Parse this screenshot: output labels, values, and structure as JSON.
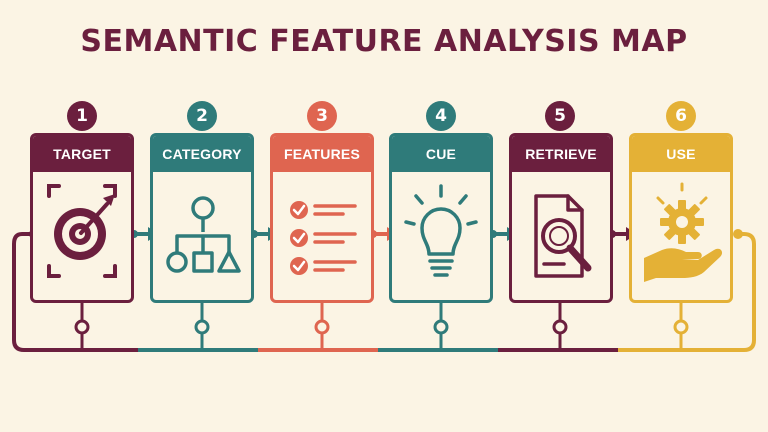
{
  "title": "SEMANTIC FEATURE ANALYSIS MAP",
  "colors": {
    "background": "#fbf4e4",
    "title": "#6b1f3e",
    "step1": "#6b1f3e",
    "step2": "#2f7b7a",
    "step3": "#df6550",
    "step4": "#2f7b7a",
    "step5": "#6b1f3e",
    "step6": "#e4b136"
  },
  "steps": [
    {
      "number": "1",
      "label": "TARGET",
      "icon": "target-arrow-icon"
    },
    {
      "number": "2",
      "label": "CATEGORY",
      "icon": "hierarchy-shapes-icon"
    },
    {
      "number": "3",
      "label": "FEATURES",
      "icon": "checklist-icon"
    },
    {
      "number": "4",
      "label": "CUE",
      "icon": "lightbulb-icon"
    },
    {
      "number": "5",
      "label": "RETRIEVE",
      "icon": "document-search-icon"
    },
    {
      "number": "6",
      "label": "USE",
      "icon": "hand-gear-icon"
    }
  ]
}
